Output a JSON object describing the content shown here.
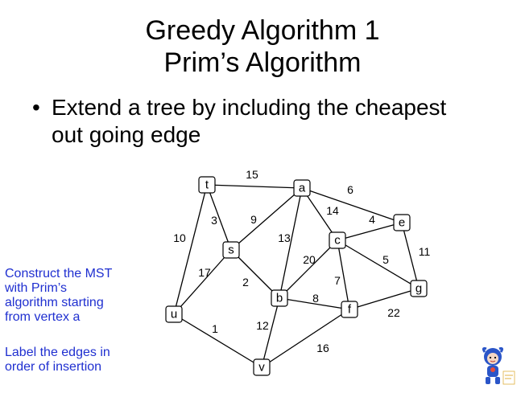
{
  "title": {
    "line1": "Greedy Algorithm 1",
    "line2": "Prim’s Algorithm"
  },
  "bullet": {
    "symbol": "•",
    "line1": "Extend a tree by including the cheapest",
    "line2": "out going edge"
  },
  "notes": {
    "construct": [
      "Construct the MST",
      "with Prim’s",
      "algorithm starting",
      "from vertex a"
    ],
    "label": [
      "Label the edges in",
      "order of insertion"
    ]
  },
  "colors": {
    "note_text": "#1f2fd0",
    "edge": "#000000"
  },
  "graph": {
    "nodes": [
      {
        "id": "t",
        "label": "t"
      },
      {
        "id": "a",
        "label": "a"
      },
      {
        "id": "e",
        "label": "e"
      },
      {
        "id": "c",
        "label": "c"
      },
      {
        "id": "s",
        "label": "s"
      },
      {
        "id": "b",
        "label": "b"
      },
      {
        "id": "g",
        "label": "g"
      },
      {
        "id": "f",
        "label": "f"
      },
      {
        "id": "u",
        "label": "u"
      },
      {
        "id": "v",
        "label": "v"
      }
    ],
    "edges": [
      {
        "from": "t",
        "to": "a",
        "weight": "15"
      },
      {
        "from": "a",
        "to": "e",
        "weight": "6"
      },
      {
        "from": "t",
        "to": "s",
        "weight": "3"
      },
      {
        "from": "s",
        "to": "a",
        "weight": "9"
      },
      {
        "from": "a",
        "to": "c",
        "weight": "14"
      },
      {
        "from": "c",
        "to": "e",
        "weight": "4"
      },
      {
        "from": "t",
        "to": "u",
        "weight": "10"
      },
      {
        "from": "a",
        "to": "b",
        "weight": "13"
      },
      {
        "from": "e",
        "to": "g",
        "weight": "11"
      },
      {
        "from": "b",
        "to": "c",
        "weight": "20"
      },
      {
        "from": "c",
        "to": "g",
        "weight": "5"
      },
      {
        "from": "s",
        "to": "u",
        "weight": "17"
      },
      {
        "from": "s",
        "to": "b",
        "weight": "2"
      },
      {
        "from": "c",
        "to": "f",
        "weight": "7"
      },
      {
        "from": "b",
        "to": "f",
        "weight": "8"
      },
      {
        "from": "f",
        "to": "g",
        "weight": "22"
      },
      {
        "from": "u",
        "to": "v",
        "weight": "1"
      },
      {
        "from": "b",
        "to": "v",
        "weight": "12"
      },
      {
        "from": "v",
        "to": "f",
        "weight": "16"
      }
    ]
  },
  "decoration": {
    "mascot_icon": "beibei-mascot-icon"
  }
}
